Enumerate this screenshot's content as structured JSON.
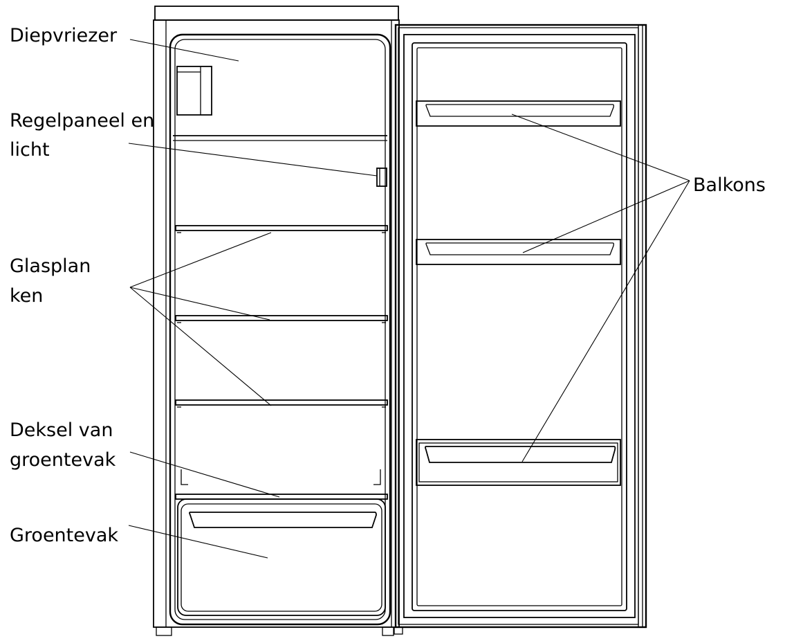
{
  "labels": {
    "freezer": "Diepvriezer",
    "control_line1": "Regelpaneel en",
    "control_line2": "licht",
    "glass_line1": "Glasplan",
    "glass_line2": "ken",
    "cover_line1": "Deksel van",
    "cover_line2": "groentevak",
    "crisper": "Groentevak",
    "balconies": "Balkons"
  }
}
